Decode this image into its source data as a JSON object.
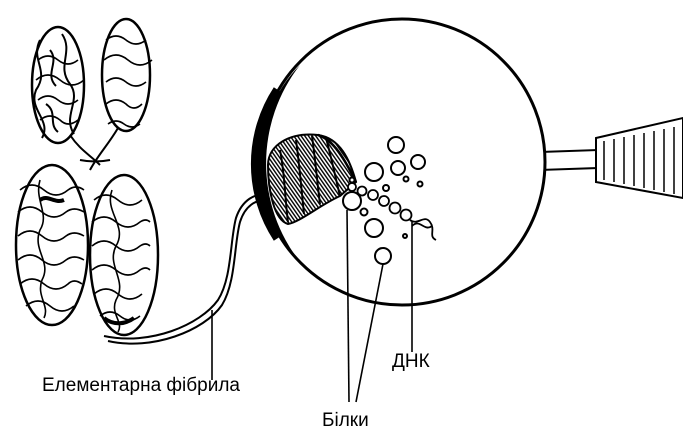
{
  "labels": {
    "fibril": "Елементарна фібрила",
    "proteins": "Білки",
    "dna": "ДНК"
  },
  "colors": {
    "ink": "#000000",
    "paper": "#ffffff"
  }
}
